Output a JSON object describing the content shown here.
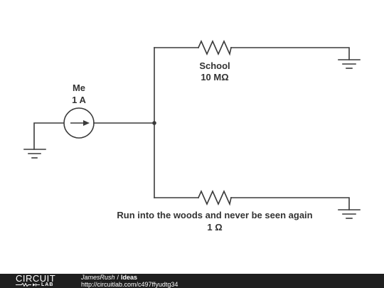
{
  "source": {
    "name": "Me",
    "value": "1 A"
  },
  "resistors": [
    {
      "name": "School",
      "value": "10 MΩ"
    },
    {
      "name": "Run into the woods and never be seen again",
      "value": "1 Ω"
    }
  ],
  "footer": {
    "brand_top": "CIRCUIT",
    "brand_bottom": "LAB",
    "author": "JamesRush",
    "separator": "/",
    "title": "Ideas",
    "url": "http://circuitlab.com/c497ffyudtg34"
  },
  "colors": {
    "wire": "#3a3a3a",
    "footer_bg": "#1f1f1f",
    "text": "#333333"
  }
}
